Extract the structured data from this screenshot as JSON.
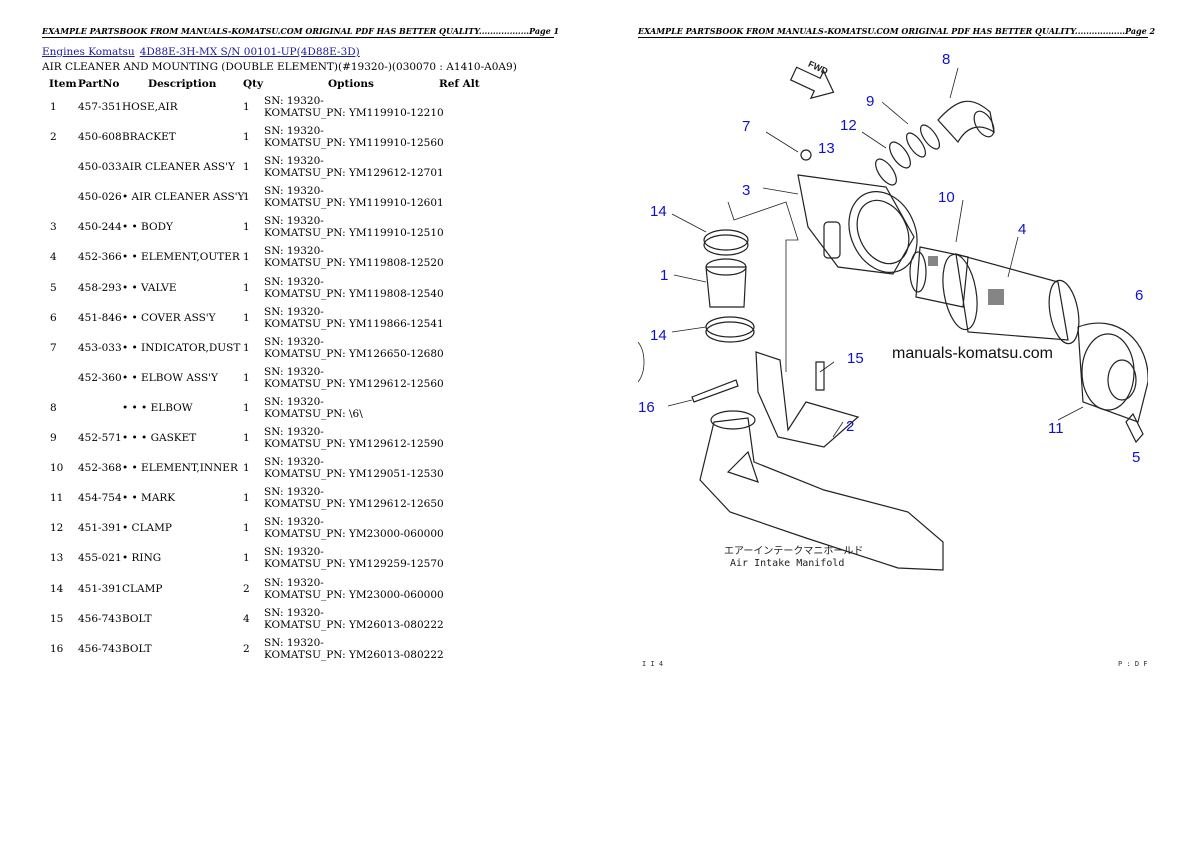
{
  "page1_header": "EXAMPLE PARTSBOOK FROM MANUALS-KOMATSU.COM ORIGINAL PDF HAS BETTER QUALITY..................Page 1",
  "page2_header": "EXAMPLE PARTSBOOK FROM MANUALS-KOMATSU.COM ORIGINAL PDF HAS BETTER QUALITY..................Page 2",
  "breadcrumb": {
    "engines_link": "Engines Komatsu",
    "model_link": "4D88E-3H-MX S/N 00101-UP(4D88E-3D)"
  },
  "subtitle": "AIR CLEANER AND MOUNTING (DOUBLE ELEMENT)(#19320-)(030070 : A1410-A0A9)",
  "columns": {
    "item": "Item",
    "partno": "PartNo",
    "description": "Description",
    "qty": "Qty",
    "options": "Options",
    "refalt": "Ref Alt"
  },
  "parts": [
    {
      "item": "1",
      "partno": "457-351",
      "desc": "HOSE,AIR",
      "qty": "1",
      "opt1": "SN: 19320-",
      "opt2": "KOMATSU_PN: YM119910-12210"
    },
    {
      "item": "2",
      "partno": "450-608",
      "desc": "BRACKET",
      "qty": "1",
      "opt1": "SN: 19320-",
      "opt2": "KOMATSU_PN: YM119910-12560"
    },
    {
      "item": "",
      "partno": "450-033",
      "desc": "AIR CLEANER ASS'Y",
      "qty": "1",
      "opt1": "SN: 19320-",
      "opt2": "KOMATSU_PN: YM129612-12701"
    },
    {
      "item": "",
      "partno": "450-026",
      "desc": "• AIR CLEANER ASS'Y",
      "qty": "1",
      "opt1": "SN: 19320-",
      "opt2": "KOMATSU_PN: YM119910-12601"
    },
    {
      "item": "3",
      "partno": "450-244",
      "desc": "• • BODY",
      "qty": "1",
      "opt1": "SN: 19320-",
      "opt2": "KOMATSU_PN: YM119910-12510"
    },
    {
      "item": "4",
      "partno": "452-366",
      "desc": "• • ELEMENT,OUTER",
      "qty": "1",
      "opt1": "SN: 19320-",
      "opt2": "KOMATSU_PN: YM119808-12520"
    },
    {
      "item": "5",
      "partno": "458-293",
      "desc": "• • VALVE",
      "qty": "1",
      "opt1": "SN: 19320-",
      "opt2": "KOMATSU_PN: YM119808-12540"
    },
    {
      "item": "6",
      "partno": "451-846",
      "desc": "• • COVER ASS'Y",
      "qty": "1",
      "opt1": "SN: 19320-",
      "opt2": "KOMATSU_PN: YM119866-12541"
    },
    {
      "item": "7",
      "partno": "453-033",
      "desc": "• • INDICATOR,DUST",
      "qty": "1",
      "opt1": "SN: 19320-",
      "opt2": "KOMATSU_PN: YM126650-12680"
    },
    {
      "item": "",
      "partno": "452-360",
      "desc": "• • ELBOW ASS'Y",
      "qty": "1",
      "opt1": "SN: 19320-",
      "opt2": "KOMATSU_PN: YM129612-12560"
    },
    {
      "item": "8",
      "partno": "",
      "desc": "• • • ELBOW",
      "qty": "1",
      "opt1": "SN: 19320-",
      "opt2": "KOMATSU_PN: \\6\\"
    },
    {
      "item": "9",
      "partno": "452-571",
      "desc": "• • • GASKET",
      "qty": "1",
      "opt1": "SN: 19320-",
      "opt2": "KOMATSU_PN: YM129612-12590"
    },
    {
      "item": "10",
      "partno": "452-368",
      "desc": "• • ELEMENT,INNER",
      "qty": "1",
      "opt1": "SN: 19320-",
      "opt2": "KOMATSU_PN: YM129051-12530"
    },
    {
      "item": "11",
      "partno": "454-754",
      "desc": "• • MARK",
      "qty": "1",
      "opt1": "SN: 19320-",
      "opt2": "KOMATSU_PN: YM129612-12650"
    },
    {
      "item": "12",
      "partno": "451-391",
      "desc": "• CLAMP",
      "qty": "1",
      "opt1": "SN: 19320-",
      "opt2": "KOMATSU_PN: YM23000-060000"
    },
    {
      "item": "13",
      "partno": "455-021",
      "desc": "• RING",
      "qty": "1",
      "opt1": "SN: 19320-",
      "opt2": "KOMATSU_PN: YM129259-12570"
    },
    {
      "item": "14",
      "partno": "451-391",
      "desc": "CLAMP",
      "qty": "2",
      "opt1": "SN: 19320-",
      "opt2": "KOMATSU_PN: YM23000-060000"
    },
    {
      "item": "15",
      "partno": "456-743",
      "desc": "BOLT",
      "qty": "4",
      "opt1": "SN: 19320-",
      "opt2": "KOMATSU_PN: YM26013-080222"
    },
    {
      "item": "16",
      "partno": "456-743",
      "desc": "BOLT",
      "qty": "2",
      "opt1": "SN: 19320-",
      "opt2": "KOMATSU_PN: YM26013-080222"
    }
  ],
  "diagram": {
    "callouts": [
      "1",
      "2",
      "3",
      "4",
      "5",
      "6",
      "7",
      "8",
      "9",
      "10",
      "11",
      "12",
      "13",
      "14",
      "14",
      "15",
      "16"
    ],
    "fwd_label": "FWD",
    "watermark": "manuals-komatsu.com",
    "caption_jp": "エアーインテークマニホールド",
    "caption_en": "Air Intake Manifold",
    "callout_color": "#1010cc",
    "footer_left": "I I 4",
    "footer_right": "P : D F"
  }
}
